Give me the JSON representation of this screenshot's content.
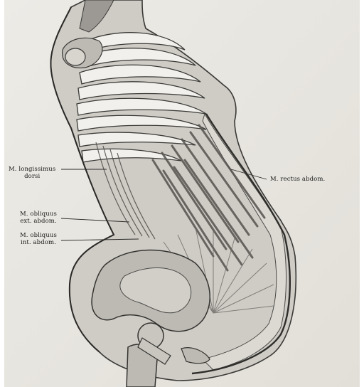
{
  "labels": {
    "longissimus_line1": "M. longissimus",
    "longissimus_line2": "dorsi",
    "rectus": "M. rectus abdom.",
    "obliquus_ext_line1": "M. obliquus",
    "obliquus_ext_line2": "ext. abdom.",
    "obliquus_int_line1": "M. obliquus",
    "obliquus_int_line2": "int. abdom."
  },
  "colors": {
    "paper": "#e9e6df",
    "body_fill": "#cfccc6",
    "bone_fill": "#bdbab4",
    "muscle": "#5a5853",
    "outline": "#2b2a28"
  }
}
